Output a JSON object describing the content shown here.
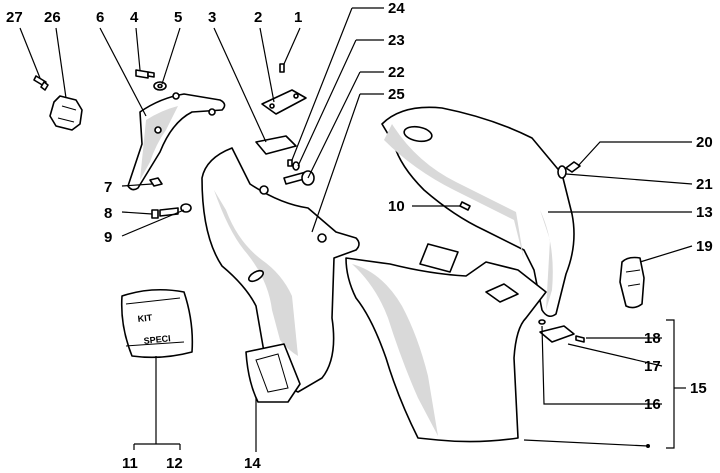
{
  "labels": {
    "l1": "1",
    "l2": "2",
    "l3": "3",
    "l4": "4",
    "l5": "5",
    "l6": "6",
    "l7": "7",
    "l8": "8",
    "l9": "9",
    "l10": "10",
    "l11": "11",
    "l12": "12",
    "l13": "13",
    "l14": "14",
    "l15": "15",
    "l16": "16",
    "l17": "17",
    "l18": "18",
    "l19": "19",
    "l20": "20",
    "l21": "21",
    "l22": "22",
    "l23": "23",
    "l24": "24",
    "l25": "25",
    "l26": "26",
    "l27": "27"
  },
  "kit_bag": {
    "line1": "KIT",
    "line2": "SPECI"
  }
}
